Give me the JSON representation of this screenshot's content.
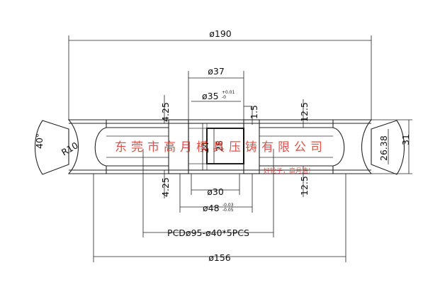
{
  "dimensions": {
    "outer_diameter": "ø190",
    "bore_top": "ø37",
    "bore_fit": "ø35",
    "bore_fit_tol_upper": "+0.01",
    "bore_fit_tol_lower": "-0",
    "chamfer": "1.5",
    "groove_depth_top": "4.25",
    "groove_depth_bottom": "4.25",
    "face_offset_top": "12.5",
    "face_offset_bottom": "12.5",
    "hub_thickness": "24",
    "bore_length": "28",
    "rim_width": "26.38",
    "total_width": "31",
    "angle": "40°",
    "radius": "R10",
    "bore_bottom": "ø30",
    "hub_diameter": "ø48",
    "hub_tol_upper": "-0.03",
    "hub_tol_lower": "-0.05",
    "pcd": "PCDø95-ø40*5PCS",
    "inner_rim_diameter": "ø156"
  },
  "watermark": {
    "company": "东莞市高月模具压铸有限公司",
    "slogan": "好轮子，高月造!"
  },
  "colors": {
    "line": "#222222",
    "watermark": "#d8342b"
  }
}
